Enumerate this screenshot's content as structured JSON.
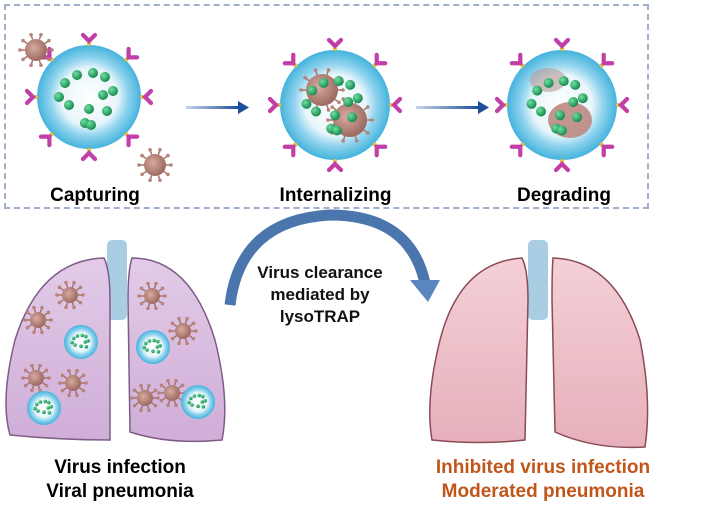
{
  "process": {
    "stages": [
      {
        "label": "Capturing"
      },
      {
        "label": "Internalizing"
      },
      {
        "label": "Degrading"
      }
    ]
  },
  "center": {
    "lines": [
      "Virus clearance",
      "mediated by",
      "lysoTRAP"
    ]
  },
  "left_lung": {
    "caption_lines": [
      "Virus infection",
      "Viral pneumonia"
    ],
    "caption_color": "#000000"
  },
  "right_lung": {
    "caption_lines": [
      "Inhibited  virus infection",
      "Moderated  pneumonia"
    ],
    "caption_color": "#c0561a"
  },
  "colors": {
    "nanoparticle_shell": "#6ec6e6",
    "nanoparticle_core": "#ffffff",
    "cargo_beads": "#2aa86a",
    "virus": "#b8837a",
    "antibody": "#c23fa8",
    "arrow": "#1f4e9a",
    "curved_arrow": "#4a76ad",
    "infected_lung": "#d9bfe0",
    "healthy_lung": "#efc3cc",
    "trachea": "#a9cde3",
    "dashed_border": "#9fb0c8"
  }
}
